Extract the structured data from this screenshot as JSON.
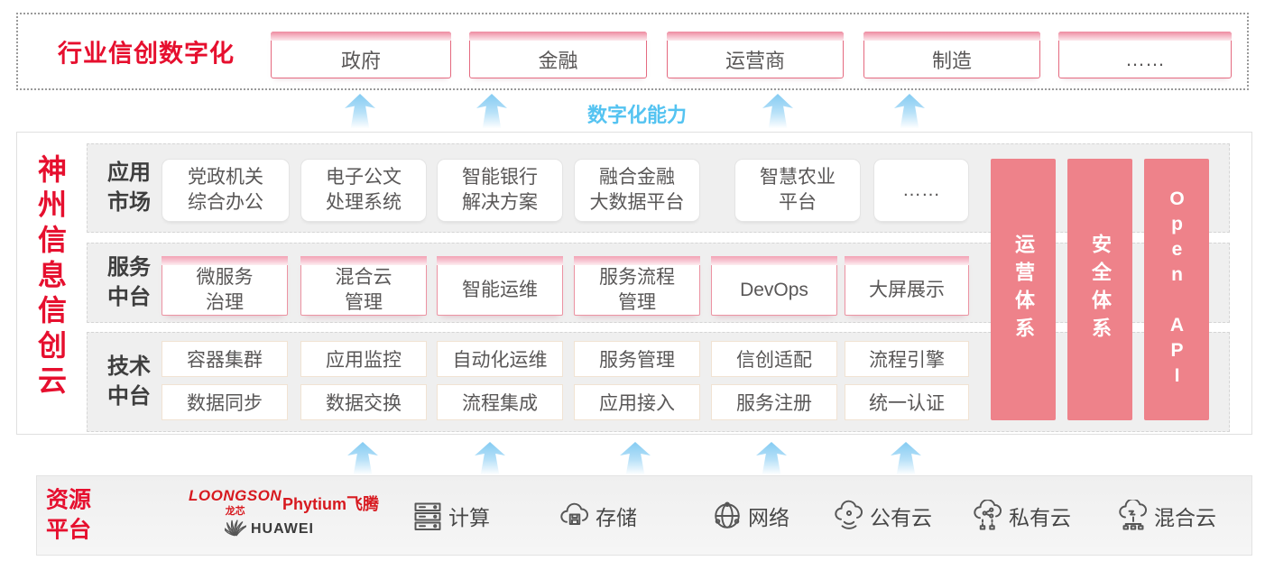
{
  "top_banner": {
    "label": "行业信创数字化",
    "industries": [
      "政府",
      "金融",
      "运营商",
      "制造",
      "……"
    ]
  },
  "capability": {
    "label": "数字化能力"
  },
  "platform": {
    "title": "神州信息信创云",
    "app_market": {
      "label": "应用\n市场",
      "items": [
        "党政机关\n综合办公",
        "电子公文\n处理系统",
        "智能银行\n解决方案",
        "融合金融\n大数据平台",
        "智慧农业\n平台",
        "……"
      ]
    },
    "service": {
      "label": "服务\n中台",
      "items": [
        "微服务\n治理",
        "混合云\n管理",
        "智能运维",
        "服务流程\n管理",
        "DevOps",
        "大屏展示"
      ]
    },
    "tech": {
      "label": "技术\n中台",
      "row1": [
        "容器集群",
        "应用监控",
        "自动化运维",
        "服务管理",
        "信创适配",
        "流程引擎"
      ],
      "row2": [
        "数据同步",
        "数据交换",
        "流程集成",
        "应用接入",
        "服务注册",
        "统一认证"
      ]
    },
    "pillars": [
      "运营体系",
      "安全体系",
      "Open API"
    ]
  },
  "resources": {
    "label": "资源\n平台",
    "vendors": {
      "loongson": "LOONGSON",
      "loongson_cn": "龙芯",
      "phytium": "Phytium飞腾",
      "huawei": "HUAWEI"
    },
    "items": [
      {
        "label": "计算",
        "icon": "server-icon"
      },
      {
        "label": "存储",
        "icon": "storage-cloud-icon"
      },
      {
        "label": "网络",
        "icon": "network-globe-icon"
      },
      {
        "label": "公有云",
        "icon": "public-cloud-icon"
      },
      {
        "label": "私有云",
        "icon": "private-cloud-icon"
      },
      {
        "label": "混合云",
        "icon": "hybrid-cloud-icon"
      }
    ]
  },
  "colors": {
    "brand_red": "#e60f2e",
    "pillar_pink": "#ee828a",
    "capability_blue": "#54c3f1"
  }
}
